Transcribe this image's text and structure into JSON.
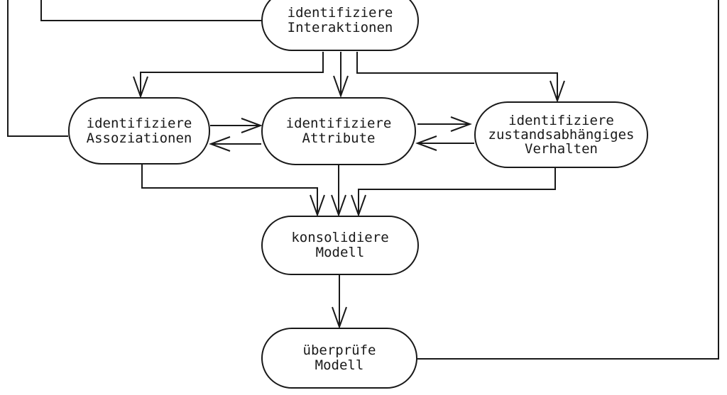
{
  "diagram": {
    "type": "flow-diagram",
    "language": "de",
    "colors": {
      "line": "#191919",
      "background": "#ffffff"
    },
    "nodes": {
      "interaktionen": {
        "lines": [
          "identifiziere",
          "Interaktionen"
        ]
      },
      "assoziationen": {
        "lines": [
          "identifiziere",
          "Assoziationen"
        ]
      },
      "attribute": {
        "lines": [
          "identifiziere",
          "Attribute"
        ]
      },
      "verhalten": {
        "lines": [
          "identifiziere",
          "zustandsabhängiges",
          "Verhalten"
        ]
      },
      "konsolidiere": {
        "lines": [
          "konsolidiere",
          "Modell"
        ]
      },
      "ueberpruefe": {
        "lines": [
          "überprüfe",
          "Modell"
        ]
      }
    },
    "edges": [
      "offscreen-top to identifiziere-interaktionen (left side)",
      "offscreen-top to identifiziere-assoziationen (left side)",
      "identifiziere-interaktionen to identifiziere-assoziationen",
      "identifiziere-interaktionen to identifiziere-attribute",
      "identifiziere-interaktionen to identifiziere-zustandsabhaengiges-verhalten",
      "identifiziere-assoziationen to identifiziere-attribute",
      "identifiziere-attribute to identifiziere-assoziationen",
      "identifiziere-attribute to identifiziere-zustandsabhaengiges-verhalten",
      "identifiziere-zustandsabhaengiges-verhalten to identifiziere-attribute",
      "identifiziere-assoziationen to konsolidiere-modell",
      "identifiziere-attribute to konsolidiere-modell",
      "identifiziere-zustandsabhaengiges-verhalten to konsolidiere-modell",
      "konsolidiere-modell to ueberpruefe-modell",
      "ueberpruefe-modell to offscreen-top (right feedback line)"
    ]
  }
}
